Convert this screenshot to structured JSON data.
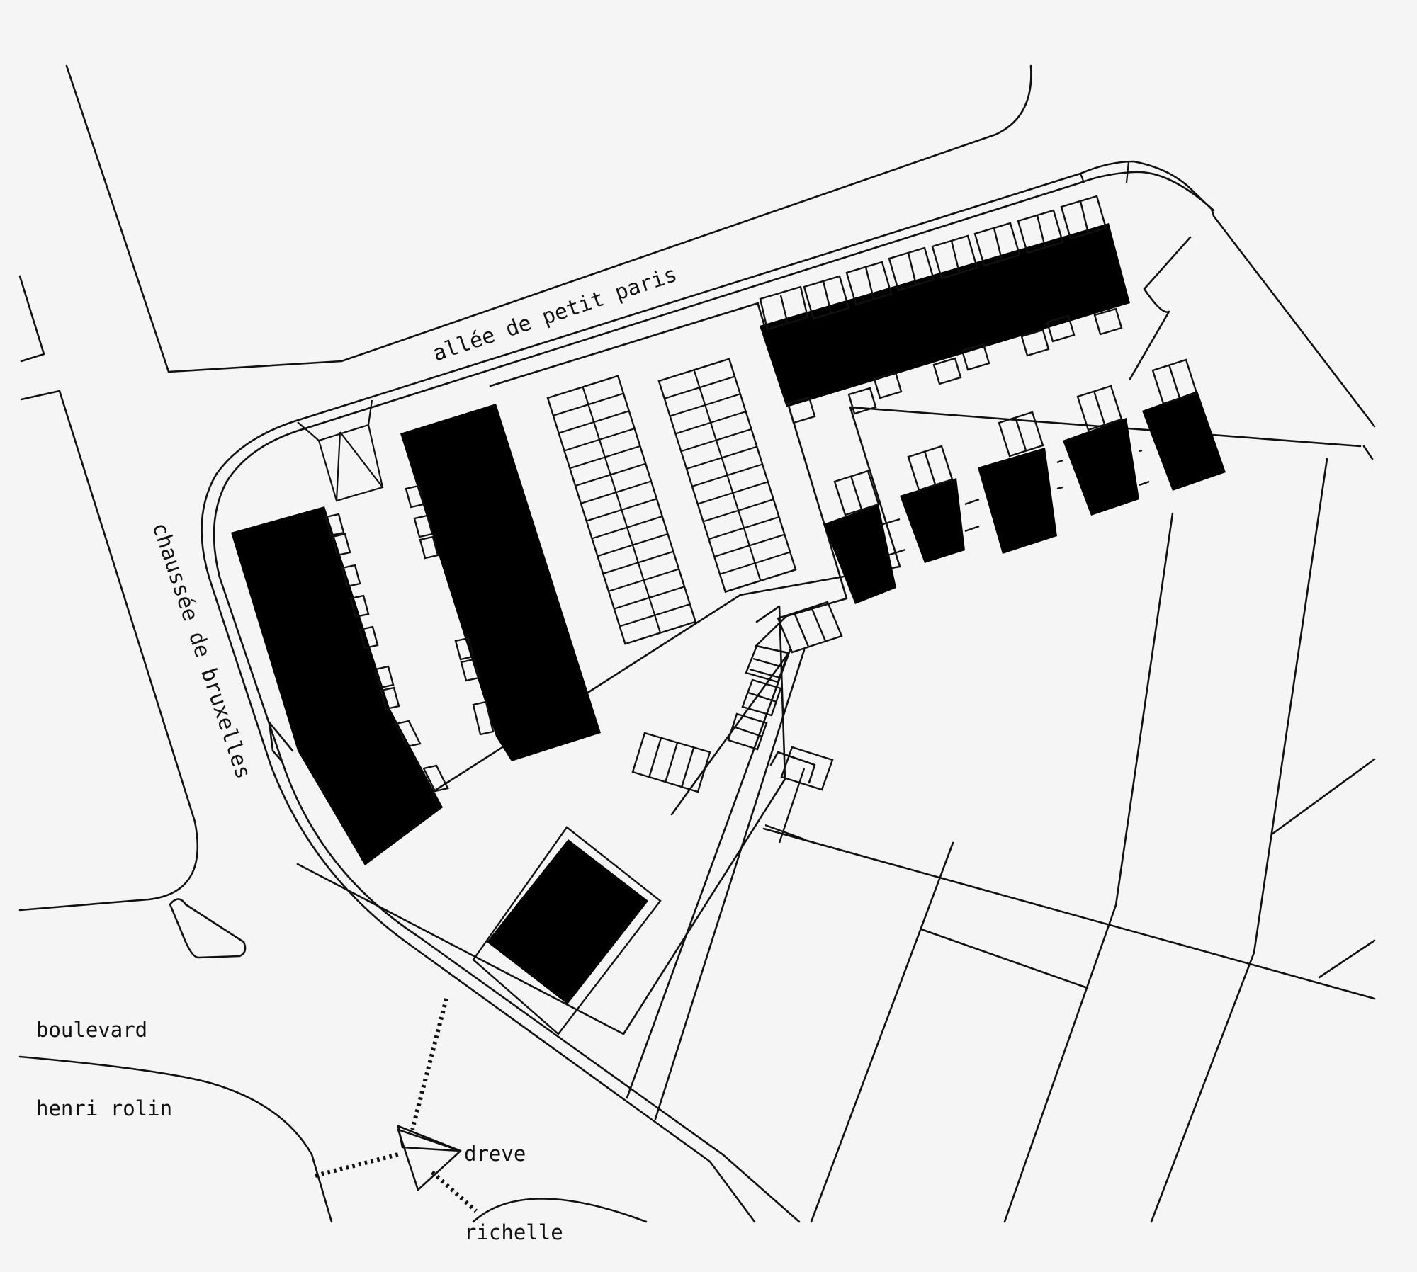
{
  "streets": {
    "north": "allée de petit paris",
    "west": "chaussée de bruxelles",
    "southwest": [
      "boulevard",
      "henri rolin"
    ],
    "south": [
      "dreve",
      "richelle"
    ]
  }
}
